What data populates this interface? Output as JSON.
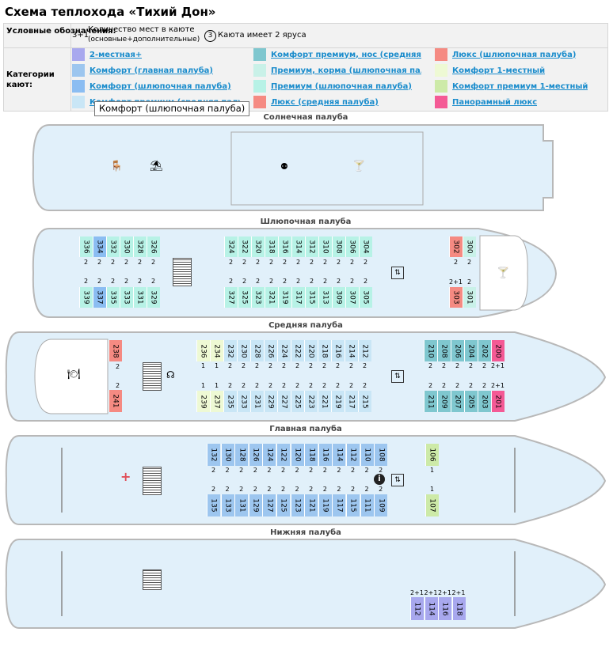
{
  "title": "Схема теплохода «Тихий Дон»",
  "legend": {
    "label_designations": "Условные обозначения:",
    "label_categories": "Категории кают:",
    "seats_code": "3+1",
    "seats_text": "Количество мест в каюте",
    "seats_sub": "(основные+дополнительные)",
    "tier_num": "3",
    "tier_text": "Каюта имеет 2 яруса",
    "categories": [
      {
        "name": "2-местная+",
        "color": "#a8a8ee"
      },
      {
        "name": "Комфорт (главная палуба)",
        "color": "#9dc6ef"
      },
      {
        "name": "Комфорт (шлюпочная палуба)",
        "color": "#8bbdf2"
      },
      {
        "name": "Комфорт премиум (средняя палуба)",
        "color": "#c9e6f6"
      },
      {
        "name": "Комфорт премиум, нос (средняя па...",
        "color": "#7fc7cf"
      },
      {
        "name": "Премиум, корма (шлюпочная палуб...",
        "color": "#c9f1e8"
      },
      {
        "name": "Премиум (шлюпочная палуба)",
        "color": "#b7f2e6"
      },
      {
        "name": "Люкс (средняя палуба)",
        "color": "#f58a82"
      },
      {
        "name": "Люкс (шлюпочная палуба)",
        "color": "#f58a82"
      },
      {
        "name": "Комфорт 1-местный",
        "color": "#eef9d4"
      },
      {
        "name": "Комфорт премиум 1-местный",
        "color": "#cdeaa8"
      },
      {
        "name": "Панорамный люкс",
        "color": "#f45a95"
      }
    ],
    "tooltip": "Комфорт (шлюпочная палуба)"
  },
  "decks": {
    "sun": {
      "title": "Солнечная палуба"
    },
    "boat": {
      "title": "Шлюпочная палуба",
      "aft_top": [
        [
          "336",
          "#b7f2e6"
        ],
        [
          "334",
          "#8bbdf2"
        ],
        [
          "332",
          "#b7f2e6"
        ],
        [
          "330",
          "#b7f2e6"
        ],
        [
          "328",
          "#b7f2e6"
        ],
        [
          "326",
          "#b7f2e6"
        ]
      ],
      "aft_bottom": [
        [
          "339",
          "#b7f2e6"
        ],
        [
          "337",
          "#8bbdf2"
        ],
        [
          "335",
          "#b7f2e6"
        ],
        [
          "333",
          "#b7f2e6"
        ],
        [
          "331",
          "#b7f2e6"
        ],
        [
          "329",
          "#b7f2e6"
        ]
      ],
      "aft_caps": [
        "2",
        "2",
        "2",
        "2",
        "2",
        "2"
      ],
      "mid_top": [
        "324",
        "322",
        "320",
        "318",
        "316",
        "314",
        "312",
        "310",
        "308",
        "306",
        "304"
      ],
      "mid_bottom": [
        "327",
        "325",
        "323",
        "321",
        "319",
        "317",
        "315",
        "313",
        "309",
        "307",
        "305"
      ],
      "mid_caps": [
        "2",
        "2",
        "2",
        "2",
        "2",
        "2",
        "2",
        "2",
        "2",
        "2",
        "2"
      ],
      "bow_top": [
        [
          "302",
          "#f58a82"
        ],
        [
          "300",
          "#c9f1e8"
        ]
      ],
      "bow_bottom": [
        [
          "303",
          "#f58a82"
        ],
        [
          "301",
          "#c9f1e8"
        ]
      ],
      "bow_top_caps": [
        "2",
        "2"
      ],
      "bow_bottom_caps": [
        "2+1",
        "2"
      ]
    },
    "middle": {
      "title": "Средняя палуба",
      "stern_top": "238",
      "stern_bottom": "241",
      "stern_caps": [
        "2",
        "2"
      ],
      "mid_top": [
        [
          "236",
          "#eef9d4"
        ],
        [
          "234",
          "#eef9d4"
        ],
        [
          "232",
          "#c9e6f6"
        ],
        [
          "230",
          "#c9e6f6"
        ],
        [
          "228",
          "#c9e6f6"
        ],
        [
          "226",
          "#c9e6f6"
        ],
        [
          "224",
          "#c9e6f6"
        ],
        [
          "222",
          "#c9e6f6"
        ],
        [
          "220",
          "#c9e6f6"
        ],
        [
          "218",
          "#c9e6f6"
        ],
        [
          "216",
          "#c9e6f6"
        ],
        [
          "214",
          "#c9e6f6"
        ],
        [
          "212",
          "#c9e6f6"
        ]
      ],
      "mid_bottom": [
        [
          "239",
          "#eef9d4"
        ],
        [
          "237",
          "#eef9d4"
        ],
        [
          "235",
          "#c9e6f6"
        ],
        [
          "233",
          "#c9e6f6"
        ],
        [
          "231",
          "#c9e6f6"
        ],
        [
          "229",
          "#c9e6f6"
        ],
        [
          "227",
          "#c9e6f6"
        ],
        [
          "225",
          "#c9e6f6"
        ],
        [
          "223",
          "#c9e6f6"
        ],
        [
          "221",
          "#c9e6f6"
        ],
        [
          "219",
          "#c9e6f6"
        ],
        [
          "217",
          "#c9e6f6"
        ],
        [
          "215",
          "#c9e6f6"
        ]
      ],
      "mid_caps": [
        "1",
        "1",
        "2",
        "2",
        "2",
        "2",
        "2",
        "2",
        "2",
        "2",
        "2",
        "2",
        "2"
      ],
      "bow_top": [
        [
          "210",
          "#7fc7cf"
        ],
        [
          "208",
          "#7fc7cf"
        ],
        [
          "206",
          "#7fc7cf"
        ],
        [
          "204",
          "#7fc7cf"
        ],
        [
          "202",
          "#7fc7cf"
        ],
        [
          "200",
          "#f45a95"
        ]
      ],
      "bow_bottom": [
        [
          "211",
          "#7fc7cf"
        ],
        [
          "209",
          "#7fc7cf"
        ],
        [
          "207",
          "#7fc7cf"
        ],
        [
          "205",
          "#7fc7cf"
        ],
        [
          "203",
          "#7fc7cf"
        ],
        [
          "201",
          "#f45a95"
        ]
      ],
      "bow_caps": [
        "2",
        "2",
        "2",
        "2",
        "2",
        "2+1"
      ]
    },
    "main": {
      "title": "Главная палуба",
      "top": [
        "132",
        "130",
        "128",
        "126",
        "124",
        "122",
        "120",
        "118",
        "116",
        "114",
        "112",
        "110",
        "108"
      ],
      "bottom": [
        "135",
        "133",
        "131",
        "129",
        "127",
        "125",
        "123",
        "121",
        "119",
        "117",
        "115",
        "111",
        "109"
      ],
      "caps": [
        "2",
        "2",
        "2",
        "2",
        "2",
        "2",
        "2",
        "2",
        "2",
        "2",
        "2",
        "2",
        "2"
      ],
      "single_top": "106",
      "single_bottom": "107",
      "single_caps": [
        "1",
        "1"
      ]
    },
    "lower": {
      "title": "Нижняя палуба",
      "cabins": [
        "112",
        "114",
        "116",
        "118"
      ],
      "caps": [
        "2+1",
        "2+1",
        "2+1",
        "2+1"
      ]
    }
  },
  "icons": {
    "heart": "+",
    "info": "i",
    "elevator": "⇅",
    "cocktail": "🍸",
    "umbrella": "⛱",
    "table": "🪑"
  }
}
